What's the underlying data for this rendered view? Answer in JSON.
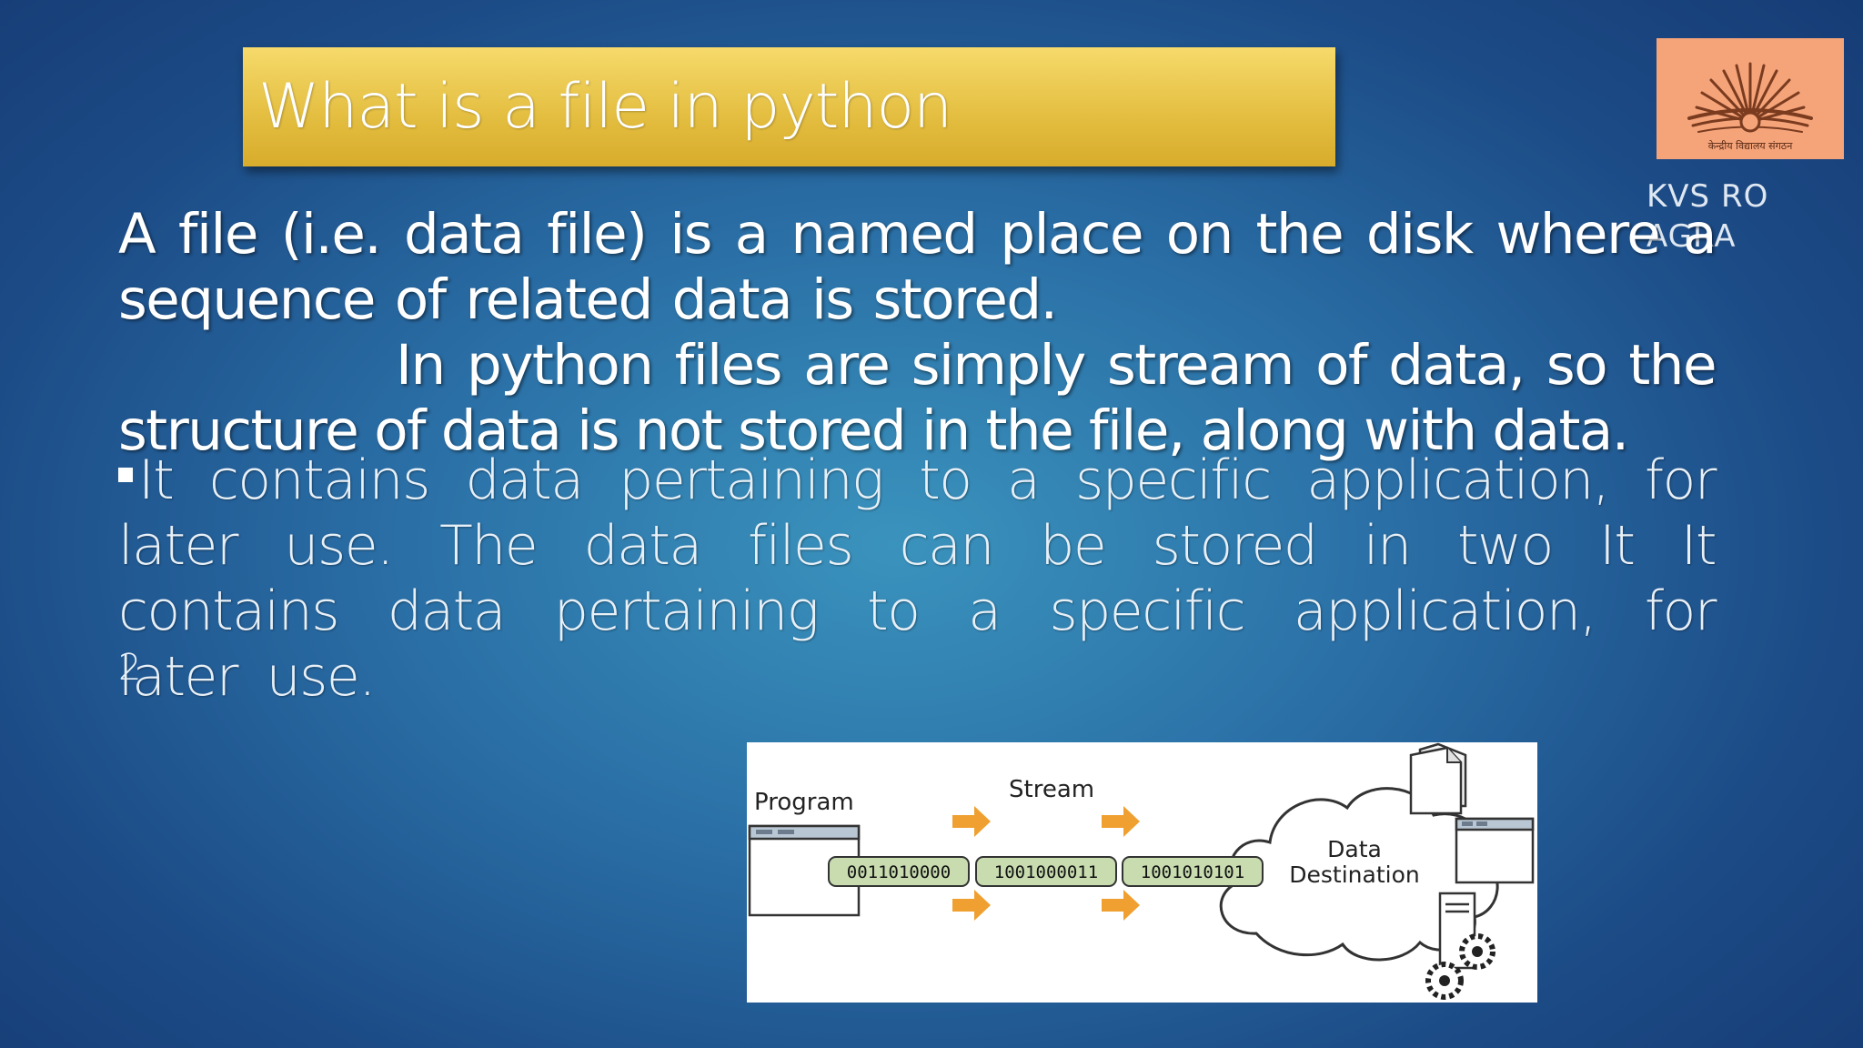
{
  "slide": {
    "title": "What is a file in python",
    "logo_caption": "KVS RO AGRA",
    "logo_text": "केन्द्रीय विद्यालय संगठन",
    "paragraph_1": "A file (i.e. data file) is a named place on the disk where a sequence of related data is stored.",
    "paragraph_2": "In python files are simply stream of data, so the structure of data is not stored in the file, along with data.",
    "paragraph_3": "It contains data pertaining to a specific application, for later use. The data files can be stored in two It  It contains  data pertaining  to  a  specific application, for later use.",
    "page_number": "2"
  },
  "diagram": {
    "program_label": "Program",
    "stream_label": "Stream",
    "chunks": [
      "0011010000",
      "1001000011",
      "1001010101"
    ],
    "destination_label_line1": "Data",
    "destination_label_line2": "Destination"
  },
  "colors": {
    "title_bar": "#e3bd3f",
    "logo_background": "#f5a47a",
    "arrow": "#f0a030",
    "chunk_fill": "#c8dcb0"
  }
}
